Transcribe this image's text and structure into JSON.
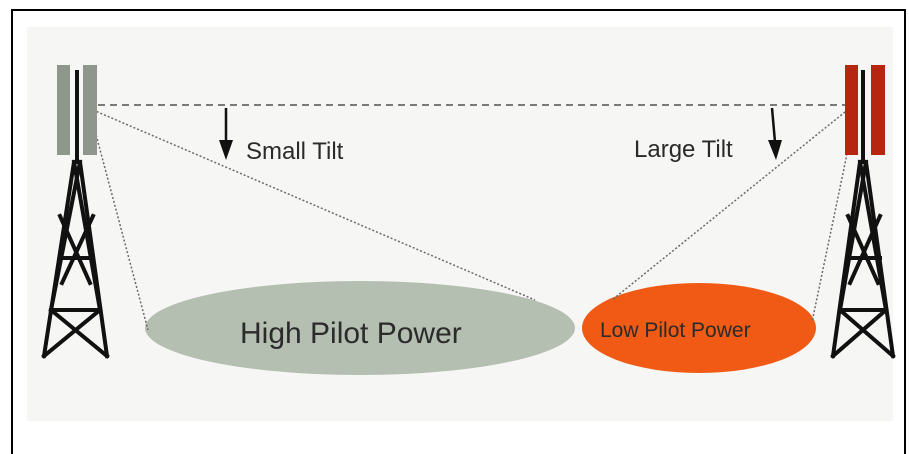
{
  "diagram": {
    "labels": {
      "small_tilt": "Small Tilt",
      "large_tilt": "Large Tilt",
      "high_pilot_power": "High Pilot Power",
      "low_pilot_power": "Low Pilot Power"
    },
    "colors": {
      "left_antenna": "#8f978d",
      "right_antenna": "#b62510",
      "high_power_coverage": "#b4bfb1",
      "low_power_coverage": "#f05a14",
      "tower": "#111111",
      "reference_line": "#7a7a7a"
    }
  }
}
